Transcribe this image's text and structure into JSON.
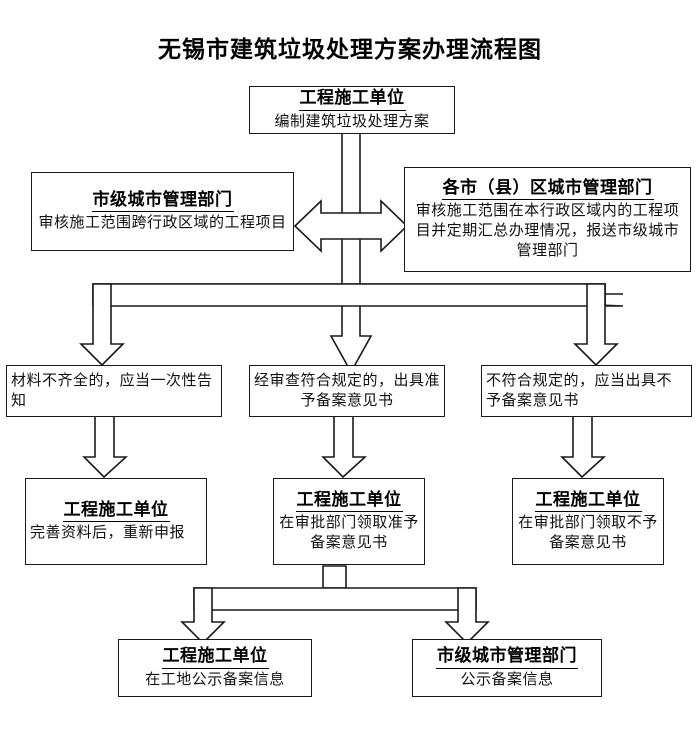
{
  "document": {
    "title": "无锡市建筑垃圾处理方案办理流程图"
  },
  "nodes": {
    "top": {
      "header": "工程施工单位",
      "body": "编制建筑垃圾处理方案"
    },
    "left_authority": {
      "header": "市级城市管理部门",
      "body": "审核施工范围跨行政区域的工程项目"
    },
    "right_authority": {
      "header": "各市（县）区城市管理部门",
      "body": "审核施工范围在本行政区域内的工程项目并定期汇总办理情况，报送市级城市管理部门"
    },
    "result_incomplete": {
      "body": "材料不齐全的，应当一次性告知"
    },
    "result_approved": {
      "body": "经审查符合规定的，出具准予备案意见书"
    },
    "result_rejected": {
      "body": "不符合规定的，应当出具不予备案意见书"
    },
    "action_resubmit": {
      "header": "工程施工单位",
      "body": "完善资料后，重新申报"
    },
    "action_collect_approval": {
      "header": "工程施工单位",
      "body": "在审批部门领取准予备案意见书"
    },
    "action_collect_rejection": {
      "header": "工程施工单位",
      "body": "在审批部门领取不予备案意见书"
    },
    "publish_site": {
      "header": "工程施工单位",
      "body": "在工地公示备案信息"
    },
    "publish_authority": {
      "header": "市级城市管理部门",
      "body": "公示备案信息"
    }
  },
  "connectors": {
    "trunk_down": "down-block-arrow",
    "bidirectional": "horizontal-double-headed-arrow",
    "split_three": "three-way-split-arrow",
    "split_two": "two-way-split-arrow",
    "branch_left": "down-block-arrow",
    "branch_center": "down-block-arrow",
    "branch_right": "down-block-arrow"
  },
  "colors": {
    "stroke": "#1a1a1a",
    "fill": "#ffffff",
    "text": "#000000",
    "background": "#ffffff"
  }
}
